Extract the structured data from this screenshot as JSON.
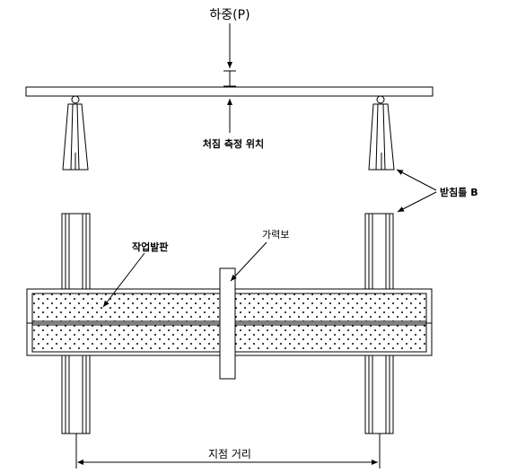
{
  "labels": {
    "load": "하중(P)",
    "deflection_point": "처짐 측정 위치",
    "support_b": "받침틀 B",
    "loading_beam": "가력보",
    "work_plank": "작업발판",
    "span": "지점 거리"
  },
  "colors": {
    "line": "#000000",
    "dot": "#000000",
    "background": "#ffffff"
  }
}
